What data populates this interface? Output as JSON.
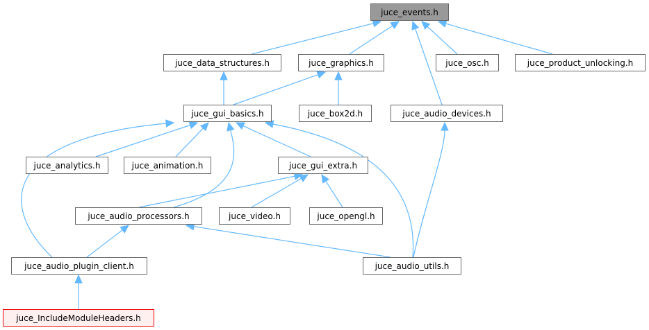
{
  "colors": {
    "edge": "#63b8ff",
    "node_border": "#666666",
    "root_fill": "#999999",
    "highlight_fill": "#fff0f0",
    "highlight_border": "#ff0000"
  },
  "nodes": {
    "events": "juce_events.h",
    "data_structures": "juce_data_structures.h",
    "graphics": "juce_graphics.h",
    "osc": "juce_osc.h",
    "product_unlocking": "juce_product_unlocking.h",
    "gui_basics": "juce_gui_basics.h",
    "box2d": "juce_box2d.h",
    "audio_devices": "juce_audio_devices.h",
    "analytics": "juce_analytics.h",
    "animation": "juce_animation.h",
    "gui_extra": "juce_gui_extra.h",
    "audio_processors": "juce_audio_processors.h",
    "video": "juce_video.h",
    "opengl": "juce_opengl.h",
    "audio_plugin_client": "juce_audio_plugin_client.h",
    "audio_utils": "juce_audio_utils.h",
    "include_module_headers": "juce_IncludeModuleHeaders.h"
  },
  "edges": [
    [
      "data_structures",
      "events"
    ],
    [
      "graphics",
      "events"
    ],
    [
      "audio_devices",
      "events"
    ],
    [
      "osc",
      "events"
    ],
    [
      "product_unlocking",
      "events"
    ],
    [
      "gui_basics",
      "data_structures"
    ],
    [
      "gui_basics",
      "graphics"
    ],
    [
      "box2d",
      "graphics"
    ],
    [
      "analytics",
      "gui_basics"
    ],
    [
      "animation",
      "gui_basics"
    ],
    [
      "gui_extra",
      "gui_basics"
    ],
    [
      "audio_processors",
      "gui_basics"
    ],
    [
      "audio_plugin_client",
      "gui_basics"
    ],
    [
      "audio_utils",
      "gui_basics"
    ],
    [
      "audio_utils",
      "audio_devices"
    ],
    [
      "audio_processors",
      "gui_extra"
    ],
    [
      "video",
      "gui_extra"
    ],
    [
      "opengl",
      "gui_extra"
    ],
    [
      "audio_plugin_client",
      "audio_processors"
    ],
    [
      "audio_utils",
      "audio_processors"
    ],
    [
      "include_module_headers",
      "audio_plugin_client"
    ]
  ]
}
